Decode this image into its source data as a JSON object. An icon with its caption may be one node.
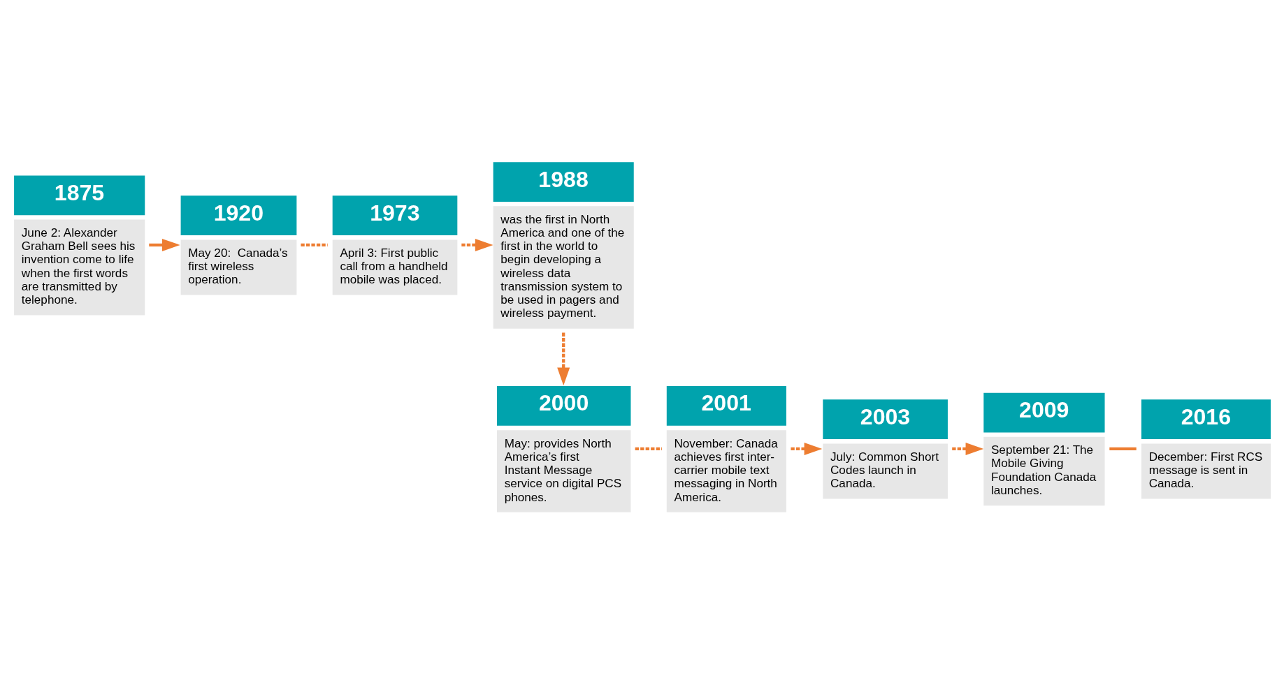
{
  "diagram": {
    "nodes": [
      {
        "text": [
          "1875",
          "June 2: Alexander Graham Bell sees his invention come to life when the first words are transmitted by telephone."
        ]
      },
      {
        "text": [
          "1920",
          "May 20:  Canada’s first wireless operation."
        ]
      },
      {
        "text": [
          "1973",
          "April 3: First public call from a handheld mobile was placed."
        ]
      },
      {
        "text": [
          "1988",
          "was the first in North America and one of the first in the world to begin developing a wireless data transmission system to be used in pagers and wireless payment."
        ]
      },
      {
        "text": [
          "2000",
          "May: provides North America’s first Instant Message service on digital PCS phones."
        ]
      },
      {
        "text": [
          "2001",
          "November: Canada achieves first inter-carrier mobile text messaging in North America."
        ]
      },
      {
        "text": [
          "2003",
          "July: Common Short Codes launch in Canada."
        ]
      },
      {
        "text": [
          "2009",
          "September 21: The Mobile Giving Foundation Canada launches."
        ]
      },
      {
        "text": [
          "2016",
          "December: First RCS message is sent in Canada."
        ]
      }
    ],
    "edges": [
      {
        "from": 0,
        "to": 1,
        "arrow": "to"
      },
      {
        "from": 1,
        "to": 2,
        "arrow": "none",
        "style": "dashed"
      },
      {
        "from": 2,
        "to": 3,
        "arrow": "to",
        "style": "dashed"
      },
      {
        "from": 3,
        "to": 4,
        "arrow": "to",
        "style": "dashed"
      },
      {
        "from": 4,
        "to": 5,
        "arrow": "none",
        "style": "dashed"
      },
      {
        "from": 5,
        "to": 6,
        "arrow": "to",
        "style": "dashed"
      },
      {
        "from": 6,
        "to": 7,
        "arrow": "to",
        "style": "dashed"
      },
      {
        "from": 7,
        "to": 8,
        "arrow": "none"
      }
    ]
  }
}
